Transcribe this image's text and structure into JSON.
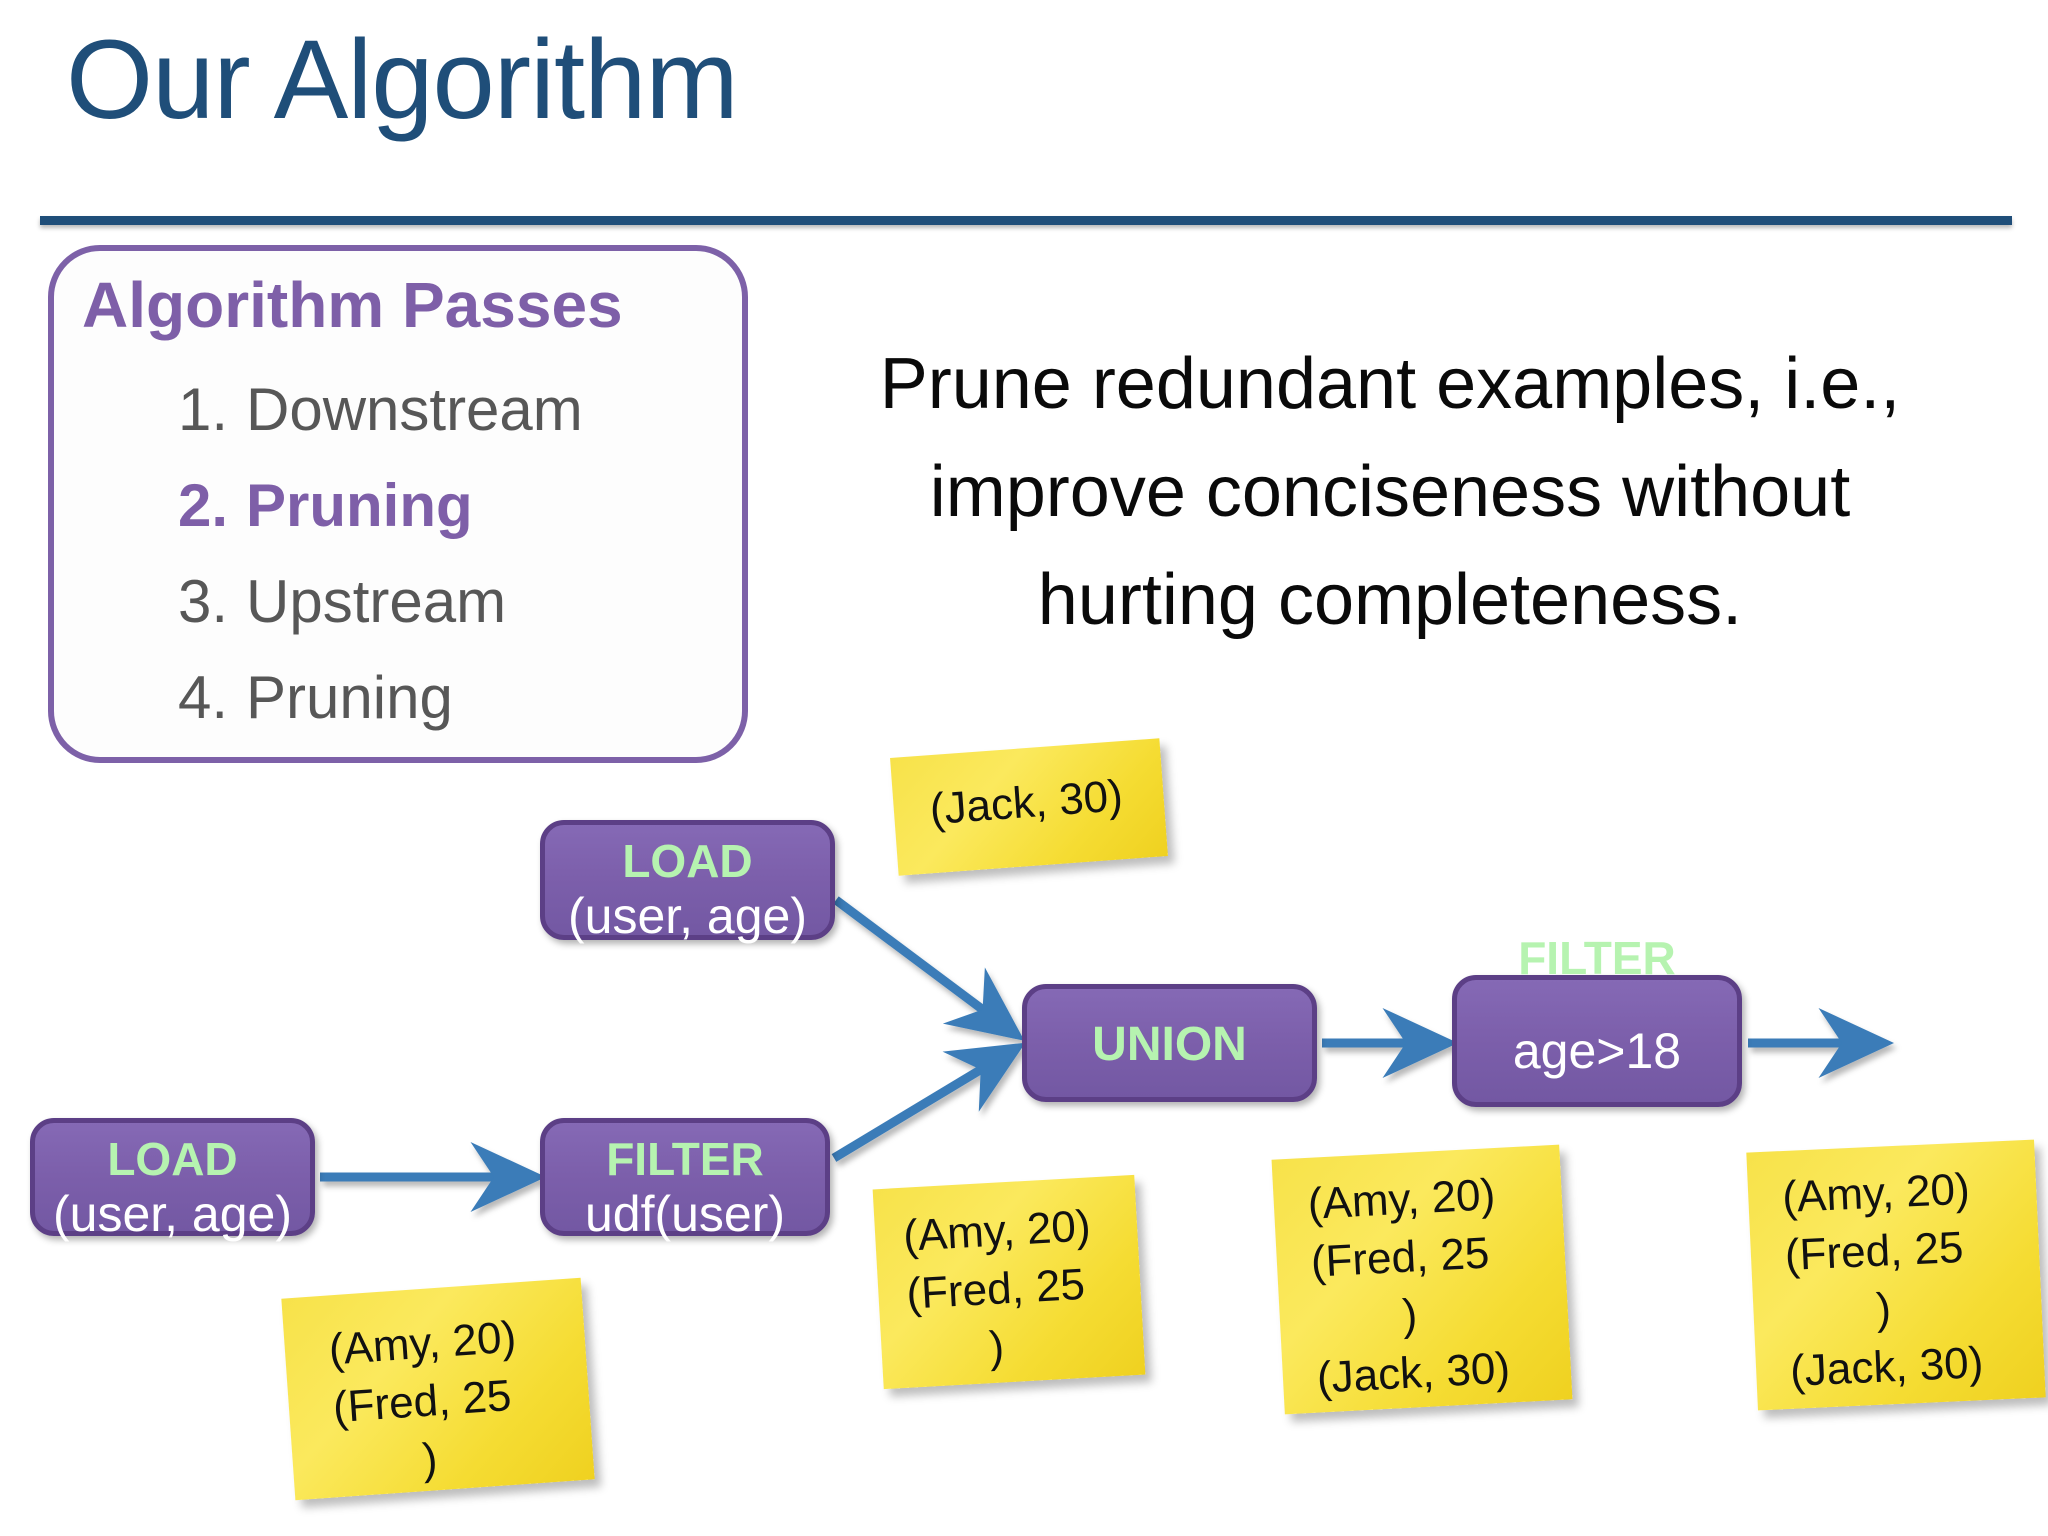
{
  "slide": {
    "title": "Our Algorithm",
    "title_color": "#1f4e79",
    "accent_purple": "#7e5fa8",
    "node_fill": "#7c5fab",
    "node_label_color": "#b6f3b0",
    "arrow_color": "#3a7cb8",
    "sticky_color": "#f5dc32"
  },
  "passes": {
    "heading": "Algorithm Passes",
    "items": [
      {
        "num": "1.",
        "label": "Downstream",
        "highlighted": false
      },
      {
        "num": "2.",
        "label": "Pruning",
        "highlighted": true
      },
      {
        "num": "3.",
        "label": "Upstream",
        "highlighted": false
      },
      {
        "num": "4.",
        "label": "Pruning",
        "highlighted": false
      }
    ]
  },
  "statement": {
    "line1": "Prune redundant examples, i.e.,",
    "line2": "improve conciseness without",
    "line3": "hurting completeness."
  },
  "diagram": {
    "nodes": [
      {
        "id": "load-top",
        "op": "LOAD",
        "arg": "(user, age)"
      },
      {
        "id": "load-bottom",
        "op": "LOAD",
        "arg": "(user, age)"
      },
      {
        "id": "filter-udf",
        "op": "FILTER",
        "arg": "udf(user)"
      },
      {
        "id": "union",
        "op": "UNION",
        "arg": ""
      },
      {
        "id": "filter-age",
        "op": "FILTER",
        "arg": "age>18"
      }
    ],
    "sticky_notes": [
      {
        "id": "jack",
        "rows": [
          "(Jack, 30)"
        ]
      },
      {
        "id": "amyfred-left",
        "rows": [
          "(Amy, 20)",
          "(Fred, 25",
          ")"
        ]
      },
      {
        "id": "amyfred-mid",
        "rows": [
          "(Amy, 20)",
          "(Fred, 25",
          ")"
        ]
      },
      {
        "id": "union-out",
        "rows": [
          "(Amy, 20)",
          "(Fred, 25",
          ")",
          "(Jack, 30)"
        ]
      },
      {
        "id": "final-out",
        "rows": [
          "(Amy, 20)",
          "(Fred, 25",
          ")",
          "(Jack, 30)"
        ]
      }
    ]
  }
}
